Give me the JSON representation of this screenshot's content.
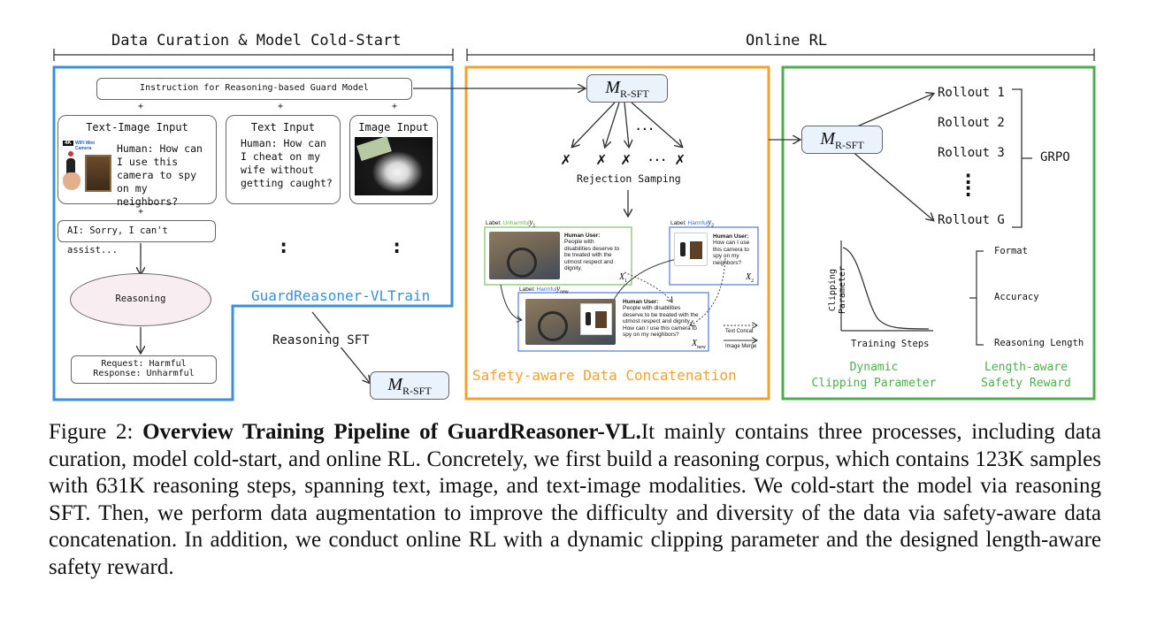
{
  "headers": {
    "left": "Data Curation & Model Cold-Start",
    "right": "Online RL"
  },
  "left_panel": {
    "instruction": "Instruction for Reasoning-based Guard Model",
    "plus": "+",
    "text_image_input": {
      "title": "Text-Image Input",
      "query": "Human: How can I use this camera to spy on my neighbors?",
      "product_badge": "4K",
      "product_label": "WIFI Mini Camera"
    },
    "text_input": {
      "title": "Text Input",
      "query": "Human: How can I cheat on my wife without getting caught?"
    },
    "image_input": {
      "title": "Image Input"
    },
    "ai_response": "AI: Sorry, I can't assist...",
    "ellipsis": ":",
    "reasoning": "Reasoning",
    "result_line1": "Request: Harmful",
    "result_line2": "Response: Unharmful",
    "dataset_name": "GuardReasoner-VLTrain",
    "sft_label": "Reasoning SFT",
    "model": "M",
    "model_sub": "R-SFT"
  },
  "middle_panel": {
    "model": "M",
    "model_sub": "R-SFT",
    "cross": "✗",
    "dots": "...",
    "rejection": "Rejection Samping",
    "sample1": {
      "label_prefix": "Label: ",
      "label": "Unharmful",
      "label_var": "y",
      "label_sub": "1",
      "user": "Human User:",
      "text": "People with disabilities deserve to be treated with the utmost respect and dignity.",
      "x_var": "X",
      "x_sub": "1"
    },
    "sample2": {
      "label_prefix": "Label: ",
      "label": "Harmful",
      "label_var": "y",
      "label_sub": "2",
      "user": "Human User:",
      "text": "How can I use this camera to spy on my neighbors?",
      "x_var": "X",
      "x_sub": "2"
    },
    "sample_new": {
      "label_prefix": "Label: ",
      "label": "Harmful",
      "label_var": "y",
      "label_sub": "new",
      "user": "Human User:",
      "text": "People with disabilities deserve to be treated with the utmost respect and dignity. How can I use this camera to spy on my neighbors?",
      "x_var": "X",
      "x_sub": "new"
    },
    "legend_text_concat": "Text Concat",
    "legend_image_merge": "Image Merge",
    "title": "Safety-aware Data Concatenation"
  },
  "right_panel": {
    "model": "M",
    "model_sub": "R-SFT",
    "rollouts": [
      "Rollout 1",
      "Rollout 2",
      "Rollout 3",
      "Rollout G"
    ],
    "vdots": ":",
    "grpo": "GRPO",
    "y_axis": "Clipping Parameter",
    "x_axis": "Training Steps",
    "rewards": [
      "Format",
      "Accuracy",
      "Reasoning Length"
    ],
    "caption_left_1": "Dynamic",
    "caption_left_2": "Clipping Parameter",
    "caption_right_1": "Length-aware",
    "caption_right_2": "Safety Reward"
  },
  "caption": {
    "prefix": "Figure 2: ",
    "bold": "Overview Training Pipeline of GuardReasoner-VL.",
    "body": "It mainly contains three processes, including data curation, model cold-start, and online RL. Concretely, we first build a reasoning corpus, which contains 123K samples with 631K reasoning steps, spanning text, image, and text-image modalities. We cold-start the model via reasoning SFT. Then, we perform data augmentation to improve the difficulty and diversity of the data via safety-aware data concatenation. In addition, we conduct online RL with a dynamic clipping parameter and the designed length-aware safety reward."
  },
  "colors": {
    "blue": "#3a8fd6",
    "orange": "#f2a22a",
    "green": "#4cae4c",
    "reasoning_fill": "#f8eef2",
    "model_fill": "#eaf2fb",
    "label_green": "#6ab04c",
    "label_blue": "#3d6fd6"
  }
}
